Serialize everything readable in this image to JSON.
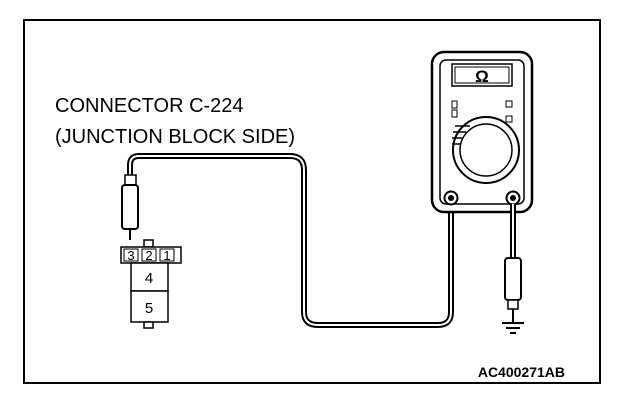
{
  "diagram": {
    "connector_label_line1": "CONNECTOR C-224",
    "connector_label_line2": "(JUNCTION BLOCK SIDE)",
    "meter_symbol": "Ω",
    "pins": {
      "pin3": "3",
      "pin2": "2",
      "pin1": "1",
      "pin4": "4",
      "pin5": "5"
    },
    "figure_id": "AC400271AB",
    "icons": [
      "ohmmeter-icon",
      "ground-symbol-icon",
      "test-probe-icon",
      "connector-icon"
    ]
  }
}
